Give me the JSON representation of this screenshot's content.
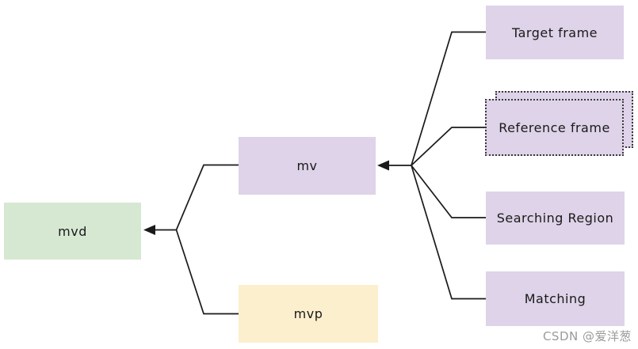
{
  "diagram": {
    "nodes": {
      "mvd": {
        "label": "mvd",
        "fill": "#d6e8d2"
      },
      "mv": {
        "label": "mv",
        "fill": "#ded3e8"
      },
      "mvp": {
        "label": "mvp",
        "fill": "#fcefce"
      },
      "target_frame": {
        "label": "Target frame",
        "fill": "#ded3e8"
      },
      "reference_frame": {
        "label": "Reference frame",
        "fill": "#ded3e8"
      },
      "searching_region": {
        "label": "Searching Region",
        "fill": "#ded3e8"
      },
      "matching": {
        "label": "Matching",
        "fill": "#ded3e8"
      }
    },
    "line_color": "#1a1a1a",
    "edges": [
      "mv -> mvd",
      "mvp -> mvd",
      "target_frame -> mv",
      "reference_frame -> mv",
      "searching_region -> mv",
      "matching -> mv"
    ]
  },
  "watermark": {
    "text": "CSDN @爱洋葱",
    "color": "#9b9b9b"
  }
}
